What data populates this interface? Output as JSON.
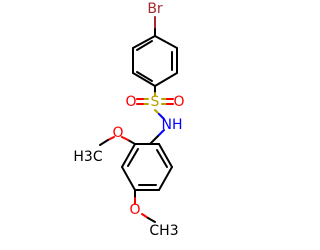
{
  "molecule": {
    "atoms": {
      "br": "Br",
      "s": "S",
      "o_left": "O",
      "o_right": "O",
      "nh": "NH",
      "o_methoxy_top": "O",
      "ch3_top": "H3C",
      "o_methoxy_bottom": "O",
      "ch3_bottom": "CH3"
    },
    "colors": {
      "carbon": "#000000",
      "bromine": "#a52a2a",
      "sulfur": "#b8a000",
      "oxygen": "#ff0000",
      "nitrogen": "#0000ff"
    }
  }
}
